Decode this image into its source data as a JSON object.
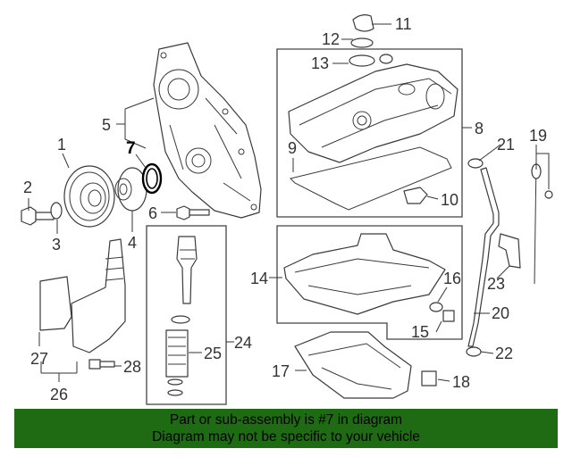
{
  "diagram": {
    "callouts": {
      "c1": "1",
      "c2": "2",
      "c3": "3",
      "c4": "4",
      "c5": "5",
      "c6": "6",
      "c7": "7",
      "c8": "8",
      "c9": "9",
      "c10": "10",
      "c11": "11",
      "c12": "12",
      "c13": "13",
      "c14": "14",
      "c15": "15",
      "c16": "16",
      "c17": "17",
      "c18": "18",
      "c19": "19",
      "c20": "20",
      "c21": "21",
      "c22": "22",
      "c23": "23",
      "c24": "24",
      "c25": "25",
      "c26": "26",
      "c27": "27",
      "c28": "28"
    },
    "highlighted_part": "7",
    "highlight_color": "#000000"
  },
  "banner": {
    "line1": "Part or sub-assembly is #7 in diagram",
    "line2": "Diagram may not be specific to your vehicle",
    "background": "#1e6b14"
  }
}
